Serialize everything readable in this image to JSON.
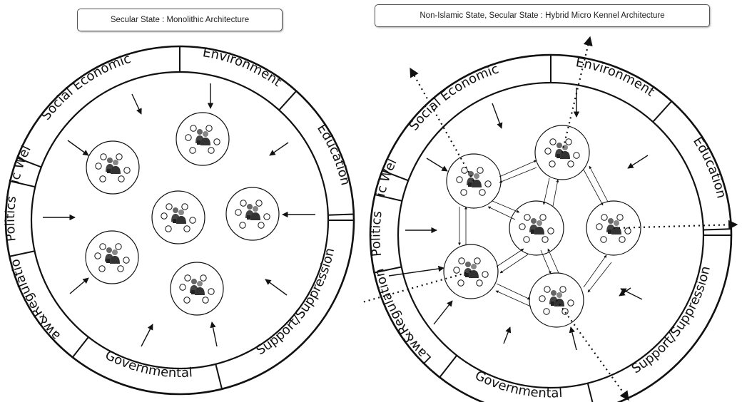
{
  "diagrams": [
    {
      "title": "Secular State : Monolithic Architecture",
      "sectors": [
        "Social Economic",
        "Environment",
        "Education",
        "Support/Suppression",
        "Governmental",
        "Law&Regulation",
        "Politics",
        "Public Wellfare"
      ]
    },
    {
      "title": "Non-Islamic State, Secular State : Hybrid Micro Kennel Architecture",
      "sectors": [
        "Social Economic",
        "Environment",
        "Education",
        "Support/Suppression",
        "Governmental",
        "Law&Regulation",
        "Politics",
        "Public Wellfare"
      ]
    }
  ],
  "colors": {
    "line": "#111111",
    "node_icon": "#555555"
  }
}
